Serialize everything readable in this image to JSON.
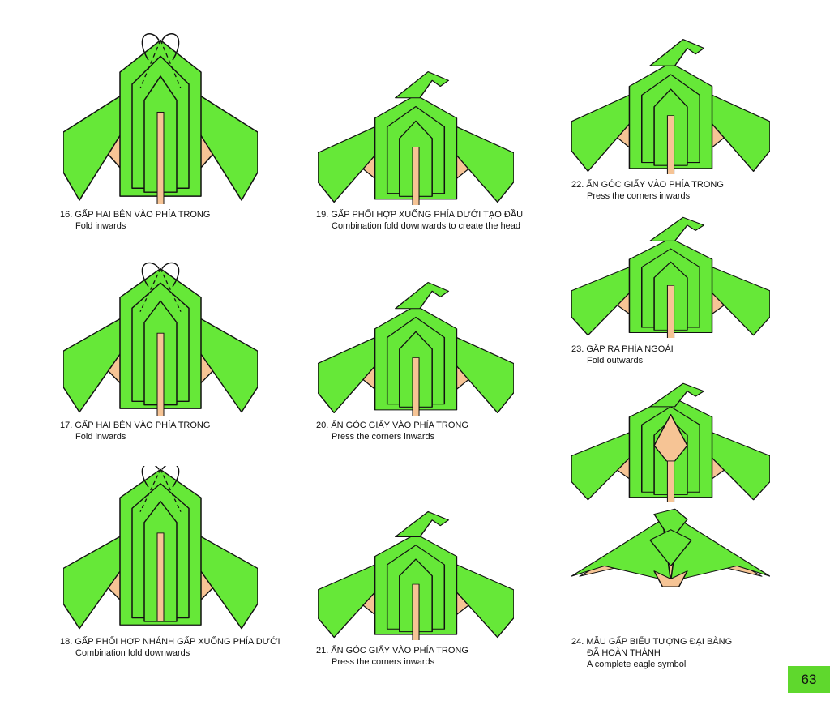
{
  "colors": {
    "paper_green": "#66e838",
    "paper_back": "#f6c495",
    "line": "#111111",
    "page_badge": "#5fd82d"
  },
  "steps": [
    {
      "vi": "16. GẤP HAI BÊN VÀO PHÍA TRONG",
      "en": "Fold inwards"
    },
    {
      "vi": "17. GẤP HAI BÊN VÀO PHÍA TRONG",
      "en": "Fold inwards"
    },
    {
      "vi": "18. GẤP PHỐI HỢP NHÁNH GẤP XUỐNG PHÍA DƯỚI",
      "en": "Combination fold downwards"
    },
    {
      "vi": "19. GẤP PHỐI HỢP XUỐNG PHÍA DƯỚI TẠO ĐẦU",
      "en": "Combination fold downwards to create the head"
    },
    {
      "vi": "20. ẤN GÓC GIẤY VÀO PHÍA TRONG",
      "en": "Press the corners inwards"
    },
    {
      "vi": "21. ẤN GÓC GIẤY VÀO PHÍA TRONG",
      "en": "Press the corners inwards"
    },
    {
      "vi": "22. ẤN GÓC GIẤY VÀO PHÍA TRONG",
      "en": "Press the corners inwards"
    },
    {
      "vi": "23. GẤP RA PHÍA NGOÀI",
      "en": "Fold outwards"
    },
    {
      "vi": "24. MẪU GẤP BIỂU TƯỢNG ĐẠI BÀNG",
      "vi2": "ĐÃ HOÀN THÀNH",
      "en": "A complete eagle symbol"
    }
  ],
  "page_number": "63"
}
